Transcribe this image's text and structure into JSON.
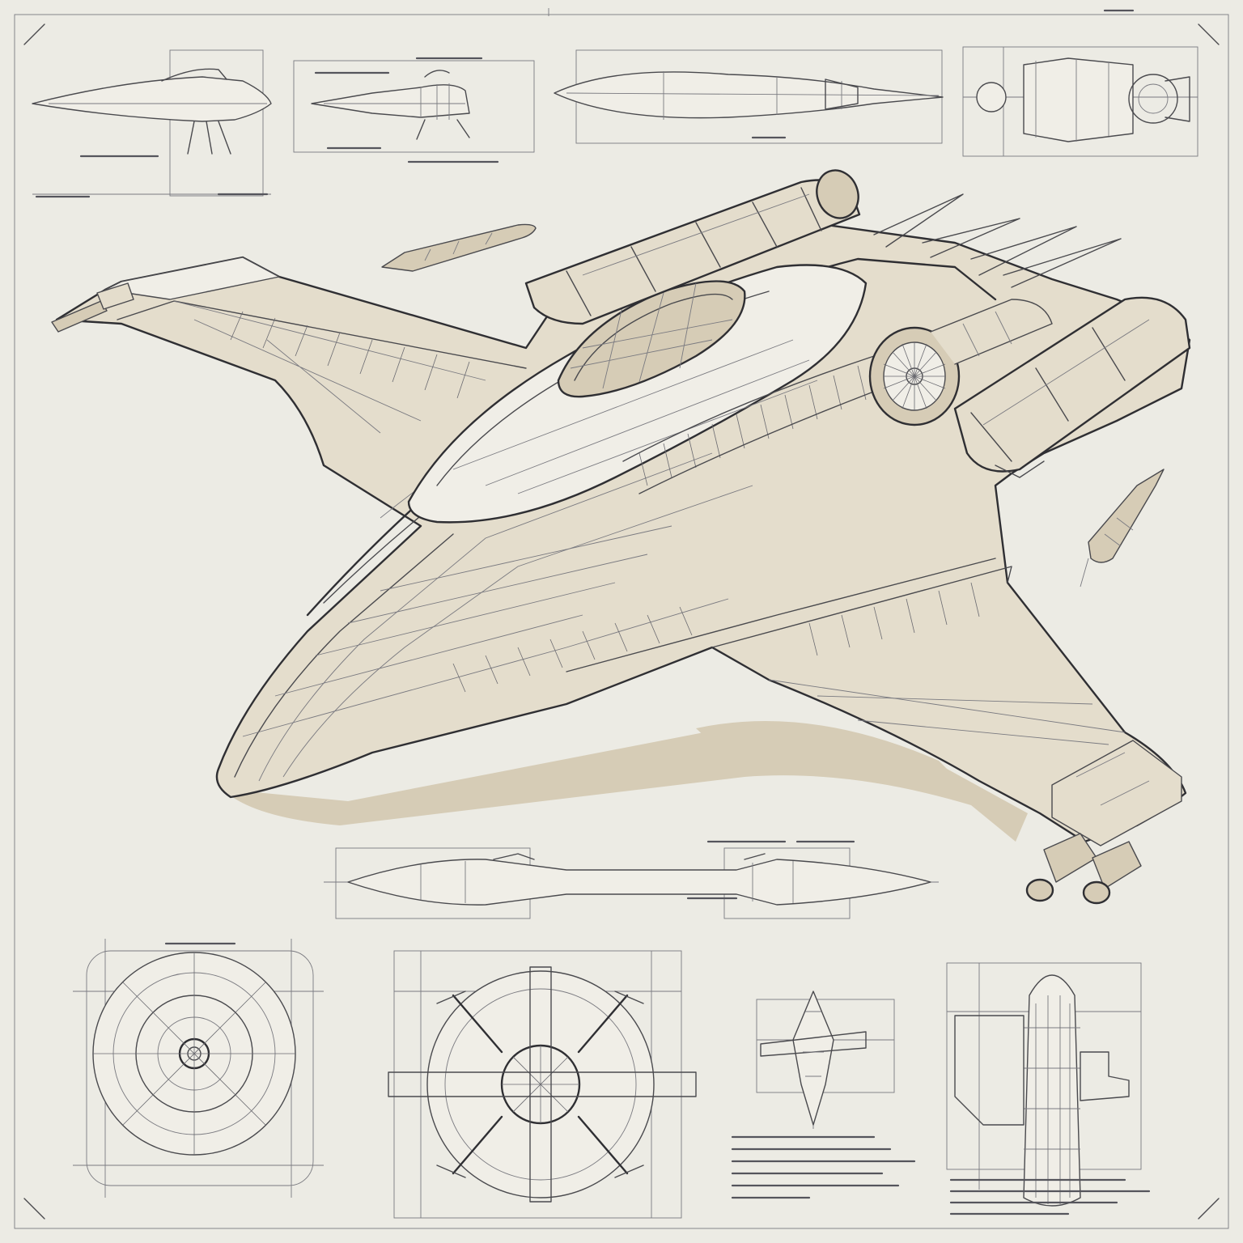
{
  "sheet": {
    "background": "#ecebe4",
    "ink": "#3a3a3e",
    "hull_tone": "#e4ddcc",
    "subject": "starfighter-blueprint"
  },
  "panels": [
    {
      "id": "side-view-nose",
      "icon": "ship-side-profile"
    },
    {
      "id": "side-view-gear",
      "icon": "ship-side-profile-landing-gear"
    },
    {
      "id": "top-view-long",
      "icon": "ship-top-profile"
    },
    {
      "id": "rear-view-engines",
      "icon": "engine-cluster-rear"
    },
    {
      "id": "wing-cross-section",
      "icon": "wing-profile"
    },
    {
      "id": "reactor-ring-detail",
      "icon": "concentric-ring-schematic"
    },
    {
      "id": "turbine-detail",
      "icon": "turbine-hub-schematic"
    },
    {
      "id": "front-view-small",
      "icon": "ship-front-profile"
    },
    {
      "id": "engine-pod-detail",
      "icon": "engine-pod-vertical"
    }
  ],
  "main_drawing": {
    "icon": "starfighter-perspective"
  },
  "missiles": [
    {
      "icon": "missile-icon"
    },
    {
      "icon": "missile-icon"
    }
  ]
}
